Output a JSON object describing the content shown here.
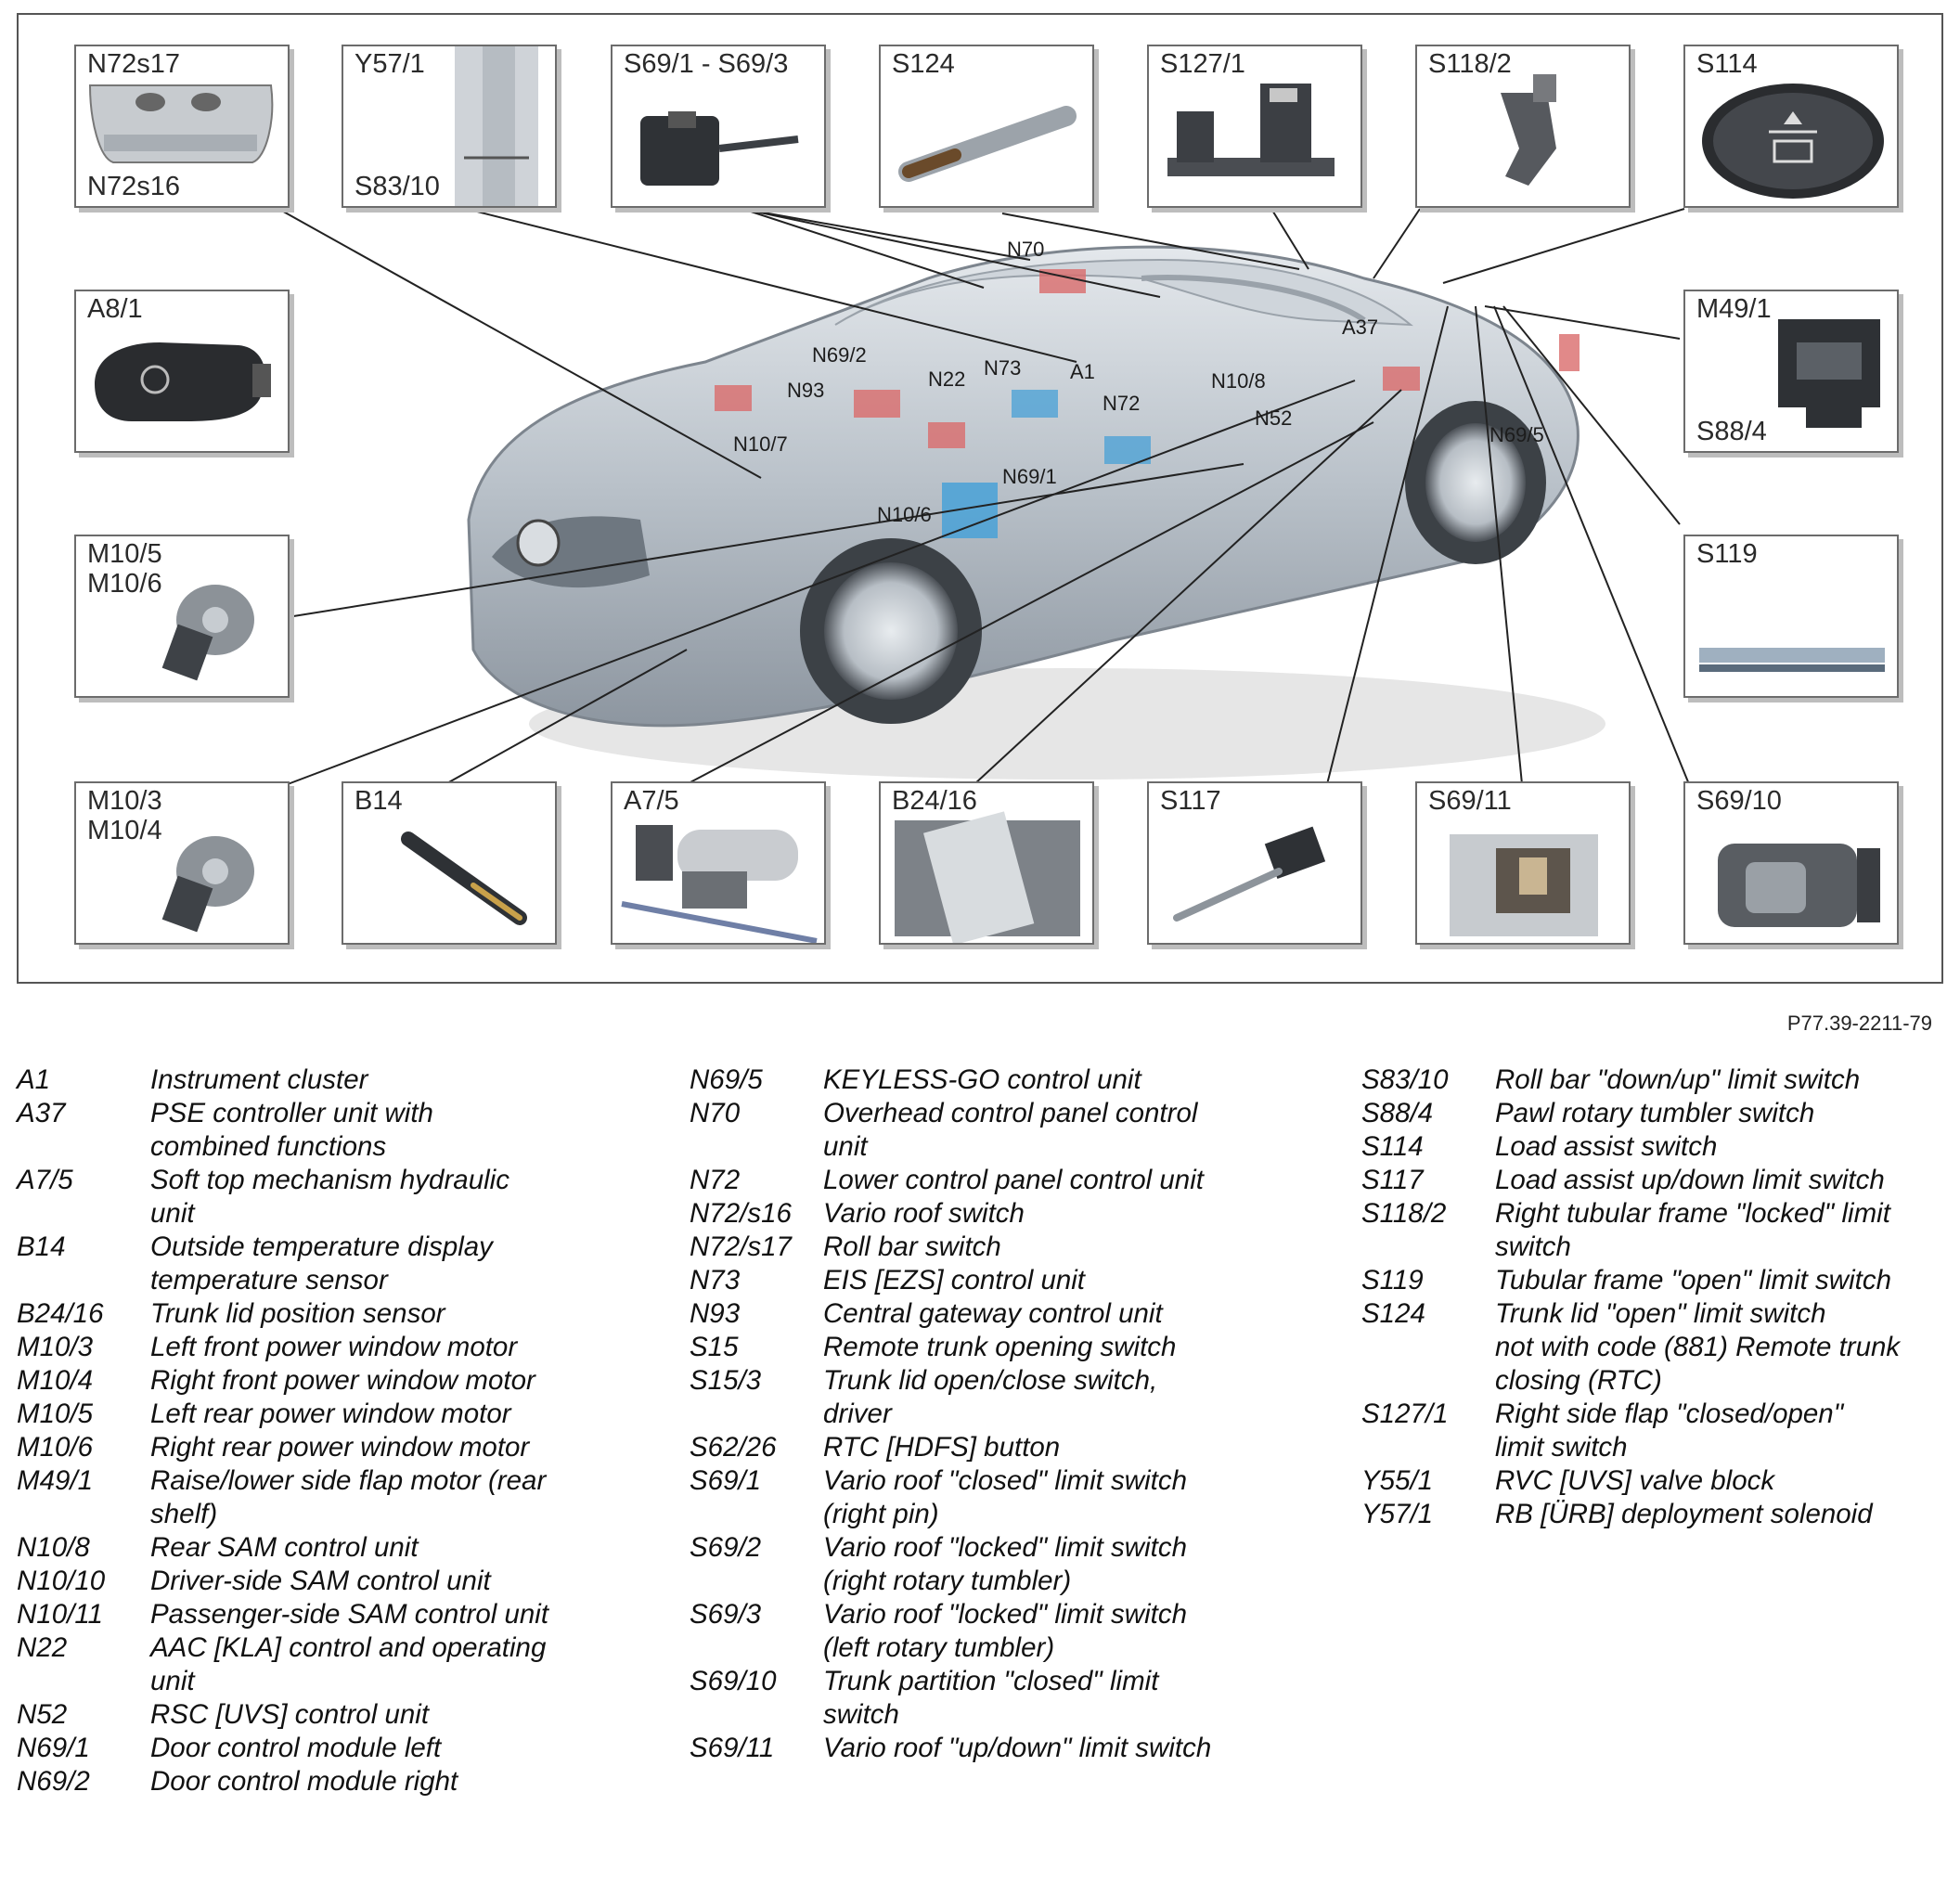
{
  "figure_id": "P77.39-2211-79",
  "tiles": {
    "n72": {
      "label_top": "N72s17",
      "label_bottom": "N72s16"
    },
    "y57": {
      "label_top": "Y57/1",
      "label_bottom": "S83/10"
    },
    "s69_1_3": {
      "label": "S69/1 - S69/3"
    },
    "s124": {
      "label": "S124"
    },
    "s127_1": {
      "label": "S127/1"
    },
    "s118_2": {
      "label": "S118/2"
    },
    "s114": {
      "label": "S114"
    },
    "a8_1": {
      "label": "A8/1"
    },
    "m49_1": {
      "label_top": "M49/1",
      "label_bottom": "S88/4"
    },
    "m10_5": {
      "label1": "M10/5",
      "label2": "M10/6"
    },
    "s119": {
      "label": "S119"
    },
    "m10_3": {
      "label1": "M10/3",
      "label2": "M10/4"
    },
    "b14": {
      "label": "B14"
    },
    "a7_5": {
      "label": "A7/5"
    },
    "b24_16": {
      "label": "B24/16"
    },
    "s117": {
      "label": "S117"
    },
    "s69_11": {
      "label": "S69/11"
    },
    "s69_10": {
      "label": "S69/10"
    }
  },
  "callouts": {
    "n70": "N70",
    "n69_2": "N69/2",
    "n93": "N93",
    "n22": "N22",
    "n73": "N73",
    "a1": "A1",
    "a37": "A37",
    "n10_8": "N10/8",
    "n72": "N72",
    "n52": "N52",
    "n69_5": "N69/5",
    "n10_7": "N10/7",
    "n69_1": "N69/1",
    "n10_6": "N10/6"
  },
  "legend": {
    "col1": [
      {
        "code": "A1",
        "desc": [
          "Instrument cluster"
        ]
      },
      {
        "code": "A37",
        "desc": [
          "PSE controller unit with",
          "combined functions"
        ]
      },
      {
        "code": "A7/5",
        "desc": [
          "Soft top mechanism hydraulic",
          "unit"
        ]
      },
      {
        "code": "B14",
        "desc": [
          "Outside temperature display",
          "temperature sensor"
        ]
      },
      {
        "code": "B24/16",
        "desc": [
          "Trunk lid position sensor"
        ]
      },
      {
        "code": "M10/3",
        "desc": [
          "Left front power window motor"
        ]
      },
      {
        "code": "M10/4",
        "desc": [
          "Right front power window motor"
        ]
      },
      {
        "code": "M10/5",
        "desc": [
          "Left rear power window motor"
        ]
      },
      {
        "code": "M10/6",
        "desc": [
          "Right rear power window motor"
        ]
      },
      {
        "code": "M49/1",
        "desc": [
          "Raise/lower side flap motor (rear",
          "shelf)"
        ]
      },
      {
        "code": "N10/8",
        "desc": [
          "Rear SAM control unit"
        ]
      },
      {
        "code": "N10/10",
        "desc": [
          "Driver-side SAM control unit"
        ]
      },
      {
        "code": "N10/11",
        "desc": [
          "Passenger-side SAM control unit"
        ]
      },
      {
        "code": "N22",
        "desc": [
          "AAC [KLA] control and operating",
          "unit"
        ]
      },
      {
        "code": "N52",
        "desc": [
          "RSC [UVS] control unit"
        ]
      },
      {
        "code": "N69/1",
        "desc": [
          "Door control module left"
        ]
      },
      {
        "code": "N69/2",
        "desc": [
          "Door control module right"
        ]
      }
    ],
    "col2": [
      {
        "code": "N69/5",
        "desc": [
          "KEYLESS-GO control unit"
        ]
      },
      {
        "code": "N70",
        "desc": [
          "Overhead control panel control",
          "unit"
        ]
      },
      {
        "code": "N72",
        "desc": [
          "Lower control panel control unit"
        ]
      },
      {
        "code": "N72/s16",
        "desc": [
          "Vario roof switch"
        ]
      },
      {
        "code": "N72/s17",
        "desc": [
          "Roll bar switch"
        ]
      },
      {
        "code": "N73",
        "desc": [
          "EIS [EZS] control unit"
        ]
      },
      {
        "code": "N93",
        "desc": [
          "Central gateway control unit"
        ]
      },
      {
        "code": "S15",
        "desc": [
          "Remote trunk opening switch"
        ]
      },
      {
        "code": "S15/3",
        "desc": [
          "Trunk lid open/close switch,",
          "driver"
        ]
      },
      {
        "code": "S62/26",
        "desc": [
          "RTC [HDFS] button"
        ]
      },
      {
        "code": "S69/1",
        "desc": [
          "Vario roof \"closed\" limit switch",
          "(right pin)"
        ]
      },
      {
        "code": "S69/2",
        "desc": [
          "Vario roof \"locked\" limit switch",
          "(right rotary tumbler)"
        ]
      },
      {
        "code": "S69/3",
        "desc": [
          "Vario roof \"locked\" limit switch",
          "(left rotary tumbler)"
        ]
      },
      {
        "code": "S69/10",
        "desc": [
          "Trunk partition \"closed\" limit",
          "switch"
        ]
      },
      {
        "code": "S69/11",
        "desc": [
          "Vario roof \"up/down\" limit switch"
        ]
      }
    ],
    "col3": [
      {
        "code": "S83/10",
        "desc": [
          "Roll bar \"down/up\" limit switch"
        ]
      },
      {
        "code": "S88/4",
        "desc": [
          "Pawl rotary tumbler switch"
        ]
      },
      {
        "code": "S114",
        "desc": [
          "Load assist switch"
        ]
      },
      {
        "code": "S117",
        "desc": [
          "Load assist up/down limit switch"
        ]
      },
      {
        "code": "S118/2",
        "desc": [
          "Right tubular frame \"locked\" limit",
          "switch"
        ]
      },
      {
        "code": "S119",
        "desc": [
          "Tubular frame \"open\" limit switch"
        ]
      },
      {
        "code": "S124",
        "desc": [
          "Trunk lid \"open\" limit switch",
          "not with code (881) Remote trunk",
          "closing (RTC)"
        ]
      },
      {
        "code": "S127/1",
        "desc": [
          "Right side flap \"closed/open\"",
          "limit switch"
        ]
      },
      {
        "code": "Y55/1",
        "desc": [
          "RVC [UVS] valve block"
        ]
      },
      {
        "code": "Y57/1",
        "desc": [
          "RB [ÜRB] deployment solenoid"
        ]
      }
    ]
  }
}
